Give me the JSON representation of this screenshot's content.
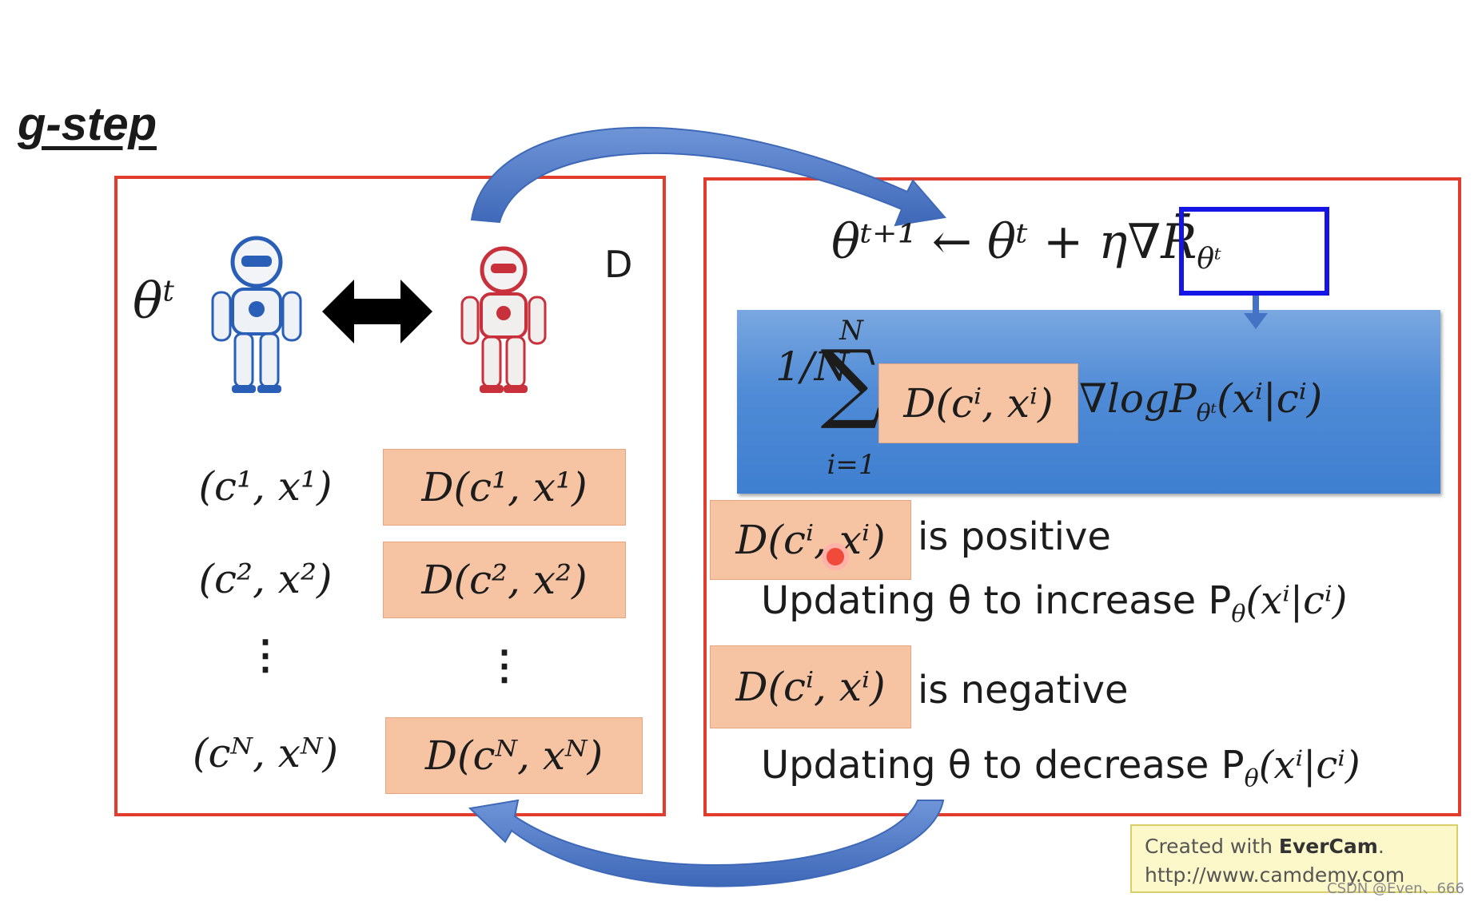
{
  "title": "g-step",
  "left": {
    "theta_label": "θ",
    "theta_sup": "t",
    "d_label": "D",
    "pairs": [
      "(c¹, x¹)",
      "(c², x²)",
      "⋮",
      "(cᴺ, xᴺ)"
    ],
    "scores": [
      "D(c¹, x¹)",
      "D(c², x²)",
      "⋮",
      "D(cᴺ, xᴺ)"
    ]
  },
  "right": {
    "update_rule": "θᵗ⁺¹ ← θᵗ + η∇R̄",
    "update_rule_sub": "θᵗ",
    "sum_coeff": "1/N",
    "sum_sign": "∑",
    "sum_top": "N",
    "sum_bottom": "i=1",
    "weight_term": "D(cⁱ, xⁱ)",
    "grad_term": "∇logP",
    "grad_sub": "θᵗ",
    "grad_args": "(xⁱ|cⁱ)",
    "case1_term": "D(cⁱ, xⁱ)",
    "case1_text": "is positive",
    "case1_update": "Updating θ to increase P",
    "case1_update_sub": "θ",
    "case1_update_args": "(xⁱ|cⁱ)",
    "case2_term": "D(cⁱ, xⁱ)",
    "case2_text": "is negative",
    "case2_update": "Updating θ to decrease P",
    "case2_update_sub": "θ",
    "case2_update_args": "(xⁱ|cⁱ)"
  },
  "watermark": {
    "prefix": "Created with ",
    "brand": "EverCam",
    "suffix": ".",
    "url": "http://www.camdemy.com"
  },
  "credit": "CSDN @Even、666",
  "colors": {
    "frame": "#e23c2c",
    "score_box": "#f6c3a3",
    "band": "#4f8bd6",
    "highlight_rect": "#1515e6",
    "arrow": "#4472c4",
    "generator_robot": "#2a5fb8",
    "discriminator_robot": "#c8313b"
  }
}
